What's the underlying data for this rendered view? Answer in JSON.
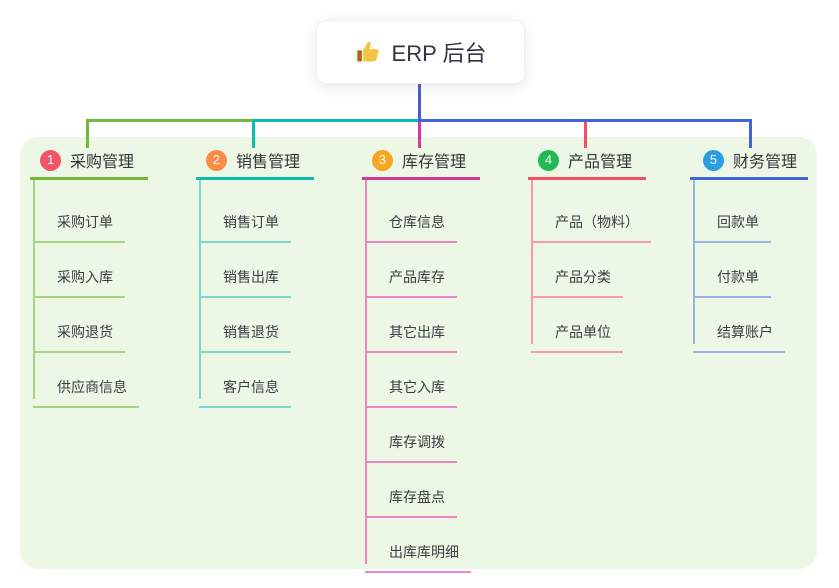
{
  "root": {
    "title": "ERP 后台",
    "icon": "thumbs-up-icon"
  },
  "colors": {
    "canvas_bg": "#ffffff",
    "panel_bg": "#ecf7e5",
    "root_line": "#4c5ad2",
    "text": "#33353a"
  },
  "branches": [
    {
      "num": "1",
      "label": "采购管理",
      "badge_color": "#f25568",
      "line_color": "#74b83c",
      "item_line_color": "#a7d480",
      "items": [
        "采购订单",
        "采购入库",
        "采购退货",
        "供应商信息"
      ]
    },
    {
      "num": "2",
      "label": "销售管理",
      "badge_color": "#fa8c47",
      "line_color": "#0dbcb0",
      "item_line_color": "#7ad8cf",
      "items": [
        "销售订单",
        "销售出库",
        "销售退货",
        "客户信息"
      ]
    },
    {
      "num": "3",
      "label": "库存管理",
      "badge_color": "#f9a51f",
      "line_color": "#d4399e",
      "item_line_color": "#ee84c4",
      "items": [
        "仓库信息",
        "产品库存",
        "其它出库",
        "其它入库",
        "库存调拨",
        "库存盘点",
        "出库库明细"
      ]
    },
    {
      "num": "4",
      "label": "产品管理",
      "badge_color": "#21ba54",
      "line_color": "#f04f66",
      "item_line_color": "#f79ba6",
      "items": [
        "产品（物料）",
        "产品分类",
        "产品单位"
      ]
    },
    {
      "num": "5",
      "label": "财务管理",
      "badge_color": "#2b9fe2",
      "line_color": "#4164d8",
      "item_line_color": "#9cb1e8",
      "items": [
        "回款单",
        "付款单",
        "结算账户"
      ]
    }
  ]
}
